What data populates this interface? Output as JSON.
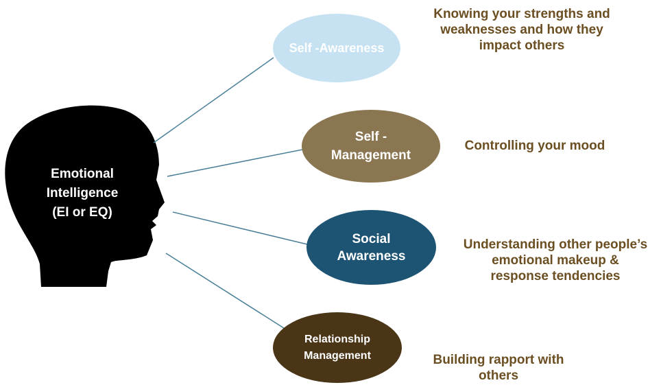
{
  "center": {
    "lines": [
      "Emotional",
      "Intelligence",
      "(EI or EQ)"
    ]
  },
  "branches": [
    {
      "lines": [
        "Self -Awareness"
      ],
      "fill": "#c6e2f2",
      "description": [
        "Knowing your strengths and",
        "weaknesses and how they",
        "impact others"
      ]
    },
    {
      "lines": [
        "Self -",
        "Management"
      ],
      "fill": "#8b7652",
      "description": [
        "Controlling your mood"
      ]
    },
    {
      "lines": [
        "Social",
        "Awareness"
      ],
      "fill": "#1d5474",
      "description": [
        "Understanding other people’s",
        "emotional makeup &",
        "response tendencies"
      ]
    },
    {
      "lines": [
        "Relationship",
        "Management"
      ],
      "fill": "#4a3517",
      "description": [
        "Building rapport with",
        "others"
      ]
    }
  ],
  "colors": {
    "head": "#000000",
    "connector": "#4a7f98",
    "description_text": "#6b4f22"
  }
}
